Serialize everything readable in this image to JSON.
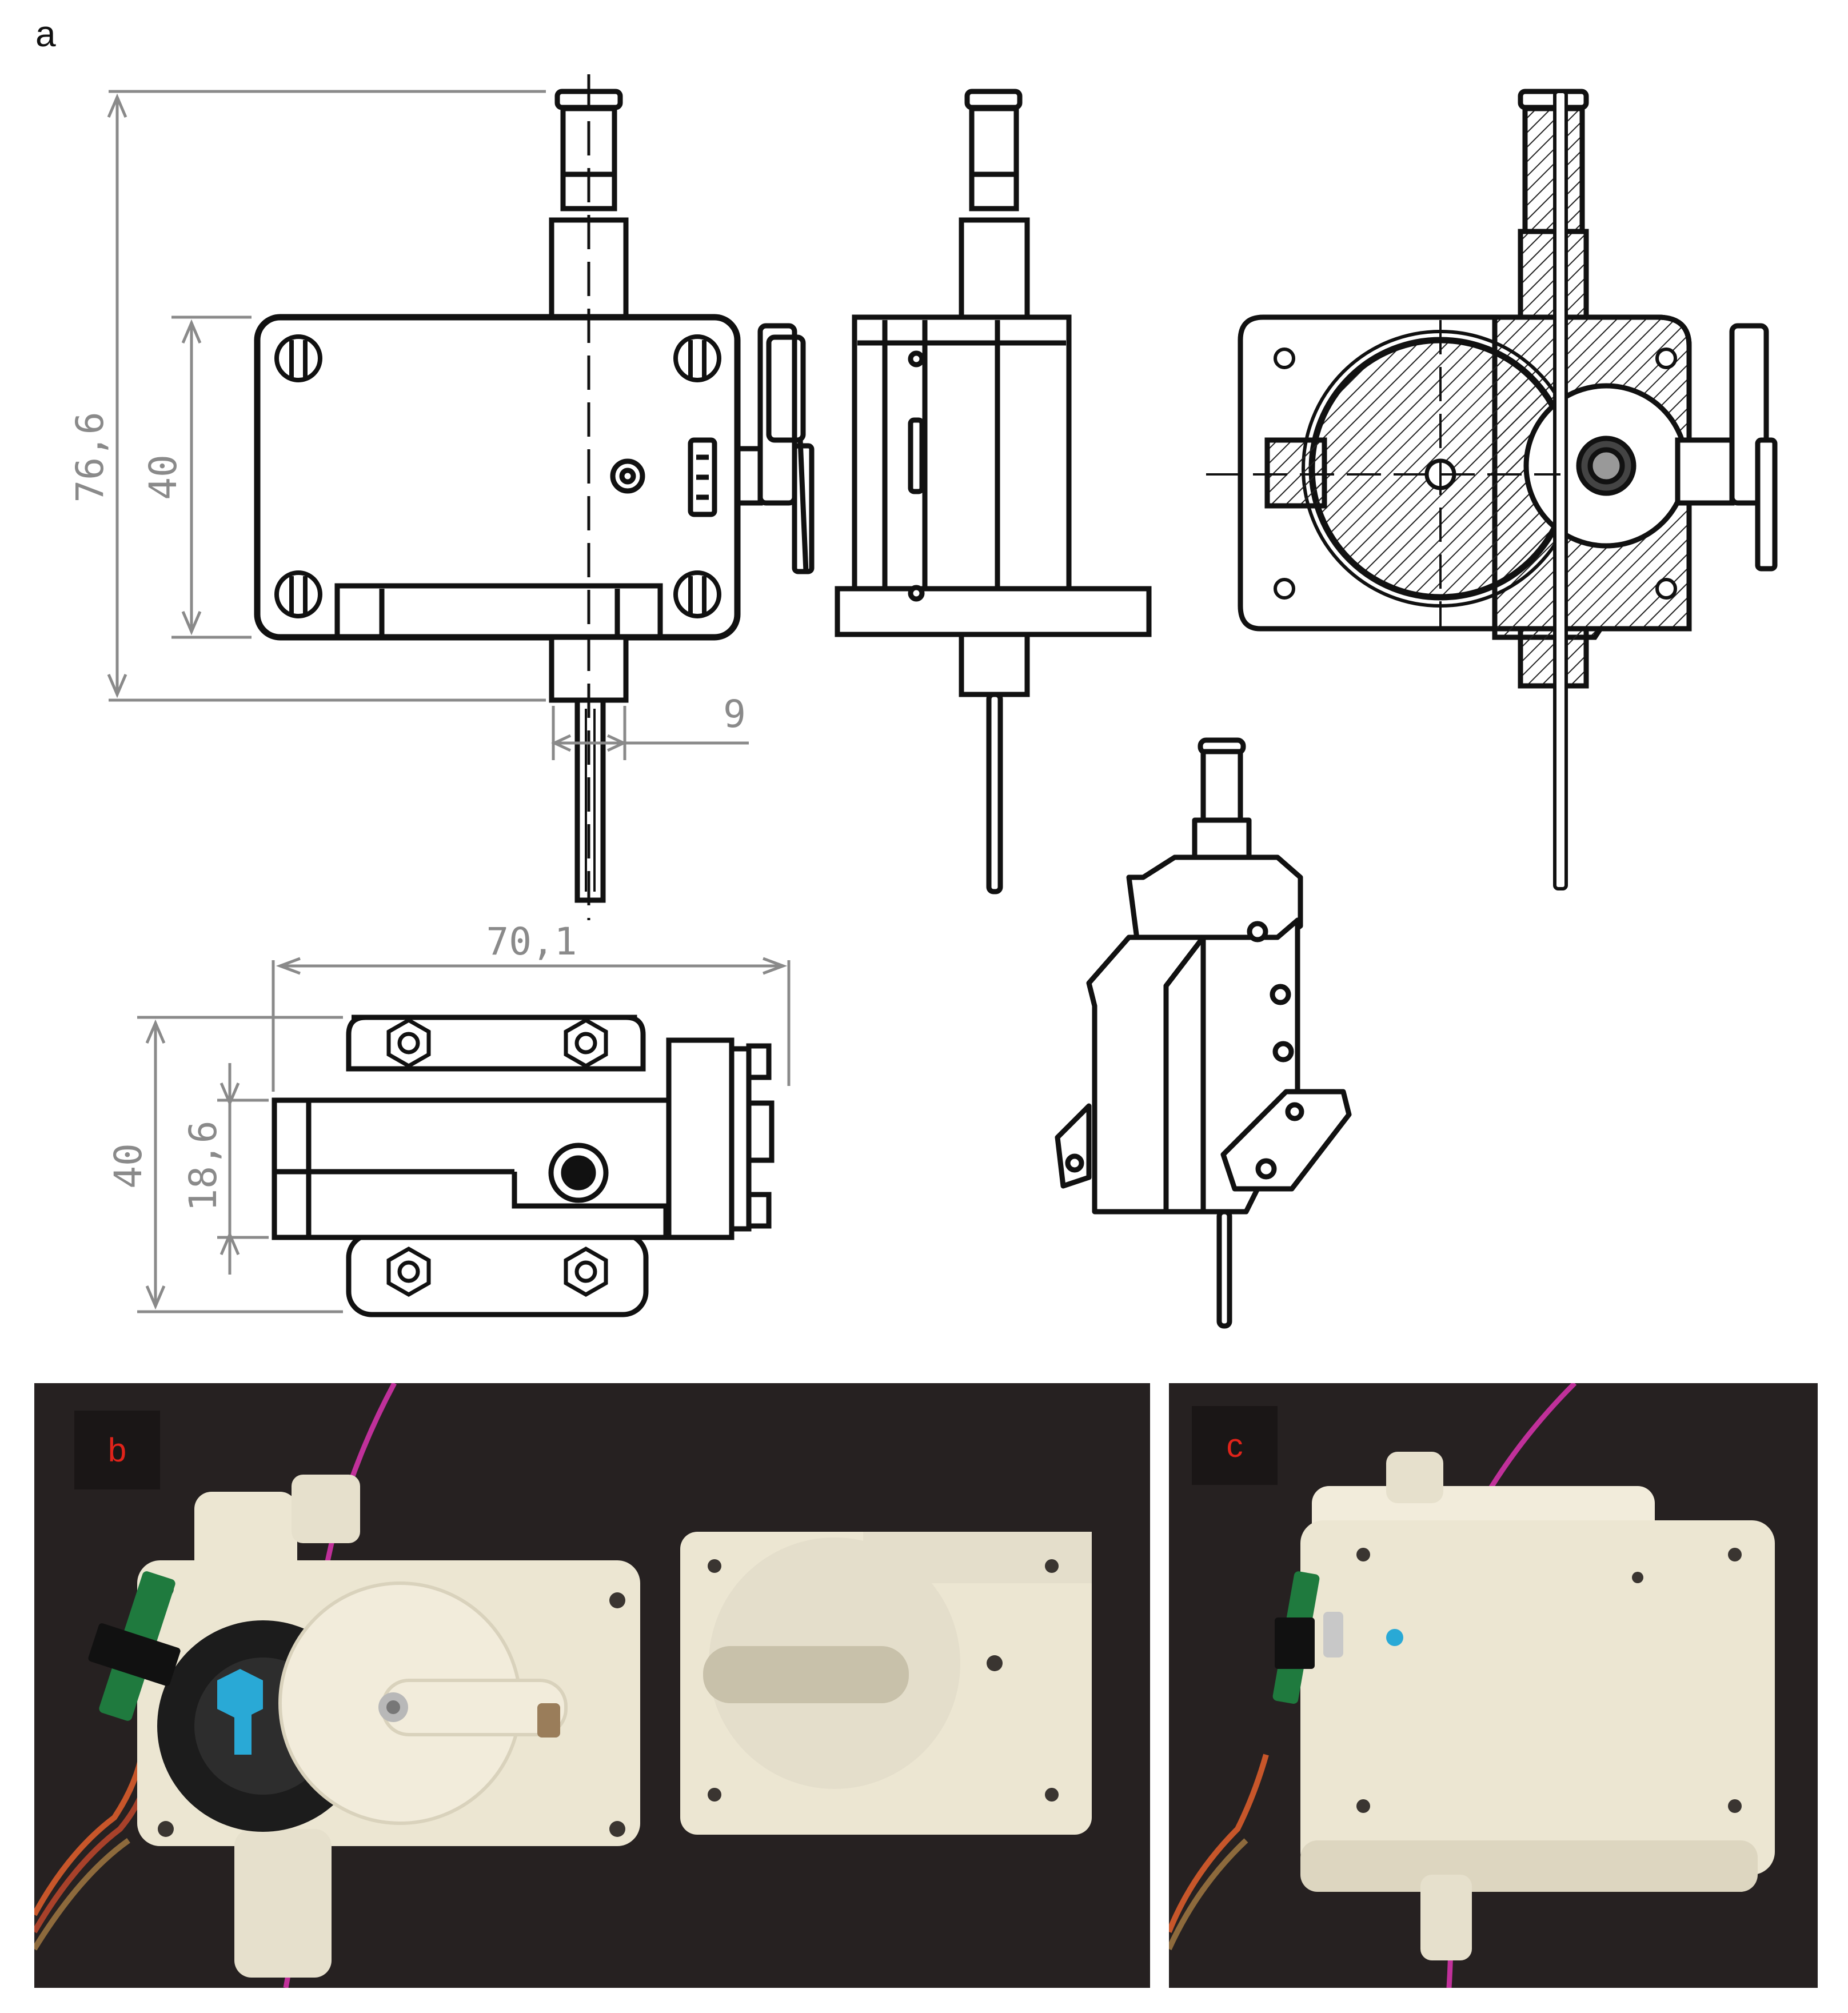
{
  "figure": {
    "panels": {
      "a": {
        "label": "a"
      },
      "b": {
        "label": "b"
      },
      "c": {
        "label": "c"
      }
    },
    "dimensions": {
      "total_height": "76,6",
      "body_height_front": "40",
      "nozzle_width": "9",
      "total_width_bottom": "70,1",
      "body_height_bottom": "40",
      "inner_height_bottom": "18,6"
    },
    "colors": {
      "photo_background": "#262121",
      "printed_part": "#ece6d2",
      "filament": "#c0309a",
      "encoder_disc": "#1c1c1c",
      "bolt_cyan": "#29a9d6",
      "pcb_green": "#1f7a3e",
      "tag_text": "#e0231a"
    }
  }
}
